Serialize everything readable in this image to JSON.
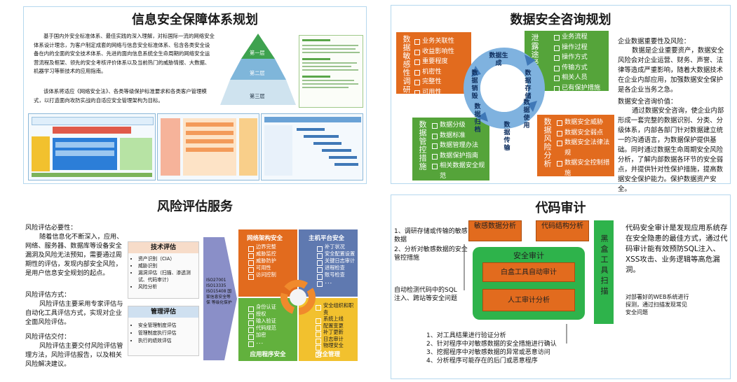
{
  "colors": {
    "orange": "#e26b1e",
    "blue": "#3f78b7",
    "green": "#55a43a",
    "teal": "#2f9bb8",
    "panel_border": "#b5d8ee"
  },
  "p1": {
    "title": "信息安全保障体系规划",
    "para1": "基于国内外安全标准体系、最佳实践的深入理解，对标国际一流的网络安全体系设计理念，为客户制定成套的网络与信息安全标准体系、包含各类安全设备在内的全面的安全技术体系、先进的面向信息系统全生命周期的网络安全运营流程及框架、领先的安全考核评价体系以及当前热门的威胁情报、大数据、机器学习等新技术的应用指南。",
    "para2": "该体系将适应《网络安全法》、各类等级保护标准要求和各类客户管理模式，以打造面向攻防实战的自适应安全管理架构为目标。",
    "pyramid_layers": [
      "第一层",
      "第二层",
      "第三层"
    ]
  },
  "p2": {
    "title": "数据安全咨询规划",
    "left_top_title": "数据敏感性调研",
    "left_top_items": [
      "业务关联性",
      "收益影响性",
      "重要程度",
      "机密性",
      "完整性",
      "可用性"
    ],
    "right_top_title": "泄露途径分析",
    "right_top_items": [
      "业务流程",
      "操作过程",
      "操作方式",
      "传输方式",
      "相关人员",
      "已有保护措施",
      "．．．"
    ],
    "left_bottom_title": "数据管控措施",
    "left_bottom_items": [
      "数据分级",
      "数据标准",
      "数据管理办法",
      "数据保护指南",
      "相关数据安全规范",
      "．．．"
    ],
    "right_bottom_title": "数据风险分析",
    "right_bottom_items": [
      "数据安全威胁",
      "数据安全弱点",
      "数据安全法律法规",
      "数据安全控制措施"
    ],
    "ring": [
      "数据生成",
      "数据存储",
      "数据使用",
      "数据传输",
      "数据归档",
      "数据销毁"
    ],
    "text1_title": "企业数据重要性及风险：",
    "text1": "数据是企业重要资产，数据安全风险会对企业运营、财务、声誉、法律等造成严重影响，随着大数据技术在企业内部应用，加强数据安全保护是各企业当务之急。",
    "text2_title": "数据安全咨询价值：",
    "text2": "通过数据安全咨询，使企业内部形成一套完整的数据识别、分类、分级体系，内部各部门针对数据建立统一的沟通语言，为数据保护提供基础。同时通过数据生命周期安全风险分析，了解内部数据各环节的安全弱点，并提供针对性保护措施，提高数据安全保护能力。保护数据资产安全。"
  },
  "p3": {
    "title": "风险评估服务",
    "s1_title": "风险评估必要性：",
    "s1": "随着信息化不断深入，应用、网络、服务器、数据库等设备安全漏洞及风险无法预知，需要通过周期性的评估，发现内部安全风险，是用户信息安全规划的起点。",
    "s2_title": "风险评估方式：",
    "s2": "风险评估主要采用专家评估与自动化工具评估方式，实现对企业全面风险评估。",
    "s3_title": "风险评估交付：",
    "s3": "风险评估主要交付风险评估管理方法，风险评估报告，以及相关风险解决建议。",
    "tech_title": "技术评估",
    "tech_items": [
      "资产识别（CIA）",
      "威胁识别",
      "漏洞评估（扫描、渗透测试、代码审计）",
      "风险分析"
    ],
    "mgmt_title": "管理评估",
    "mgmt_items": [
      "安全管理制度评估",
      "管理制度执行评估",
      "执行的绩效评估"
    ],
    "std_text": "ISO27001 ISO13335 ISO15408 国家信息安全等保 等级化保护",
    "q1_title": "网络架构安全",
    "q1_items": [
      "边界完整",
      "威胁监控",
      "威胁防护",
      "可用性",
      "访问控制"
    ],
    "q2_title": "主机平台安全",
    "q2_items": [
      "补丁状况",
      "安全配置设置",
      "关键日志审计",
      "进程检查",
      "账号检查",
      "．．．"
    ],
    "q3_title": "应用程序安全",
    "q3_items": [
      "身份认证",
      "授权",
      "输入验证",
      "代码规范",
      "加密",
      "．．．"
    ],
    "q4_title": "安全管理",
    "q4_items": [
      "安全组织和职责",
      "系统上线",
      "配置变更",
      "补丁更新",
      "日志审计",
      "物理安全",
      "．．．"
    ]
  },
  "p4": {
    "title": "代码审计",
    "left1": "1、调研存储或传输的敏感数据",
    "left2": "2、分析对敏感数据的安全管控措施",
    "left3": "自动检测代码中的SQL注入、跨站等安全问题",
    "box_sensitive": "敏感数据分析",
    "box_structure": "代码结构分析",
    "center_title": "安全审计",
    "box_whitebox": "白盒工具自动审计",
    "box_manual": "人工审计分析",
    "blackbox": "黑盒工具扫描",
    "steps": [
      "1、对工具结果进行验证分析",
      "2、针对程序中对敏感数据的安全措施进行确认",
      "3、挖掘程序中对敏感数据的异常或恶意访问",
      "4、分析程序可能存在的后门或恶意程序"
    ],
    "right_main": "代码安全审计是发现应用系统存在安全隐患的最佳方式，通过代码审计能有效预防SQL注入、XSS攻击、业务逻辑等高危漏洞。",
    "right_small": "对部署好的WEB系统进行探测，通过扫描发现常见安全问题"
  }
}
